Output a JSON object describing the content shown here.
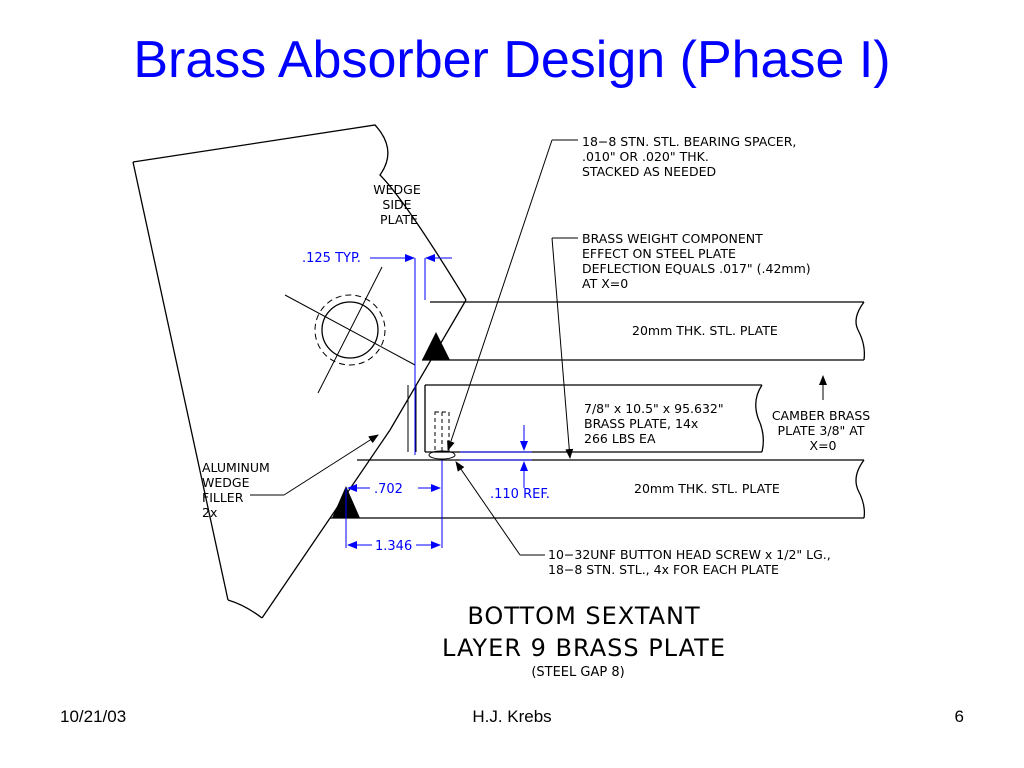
{
  "title": "Brass Absorber Design (Phase I)",
  "callouts": {
    "wedge_side_plate": [
      "WEDGE",
      "SIDE",
      "PLATE"
    ],
    "bearing_spacer": [
      "18−8 STN. STL. BEARING SPACER,",
      ".010\" OR .020\" THK.",
      "STACKED AS NEEDED"
    ],
    "brass_weight": [
      "BRASS WEIGHT COMPONENT",
      "EFFECT ON STEEL PLATE",
      "DEFLECTION EQUALS .017\" (.42mm)",
      "AT X=0"
    ],
    "steel_plate_top": "20mm THK. STL. PLATE",
    "steel_plate_bottom": "20mm THK. STL. PLATE",
    "brass_plate": [
      "7/8\" x 10.5\" x 95.632\"",
      "BRASS PLATE, 14x",
      "266 LBS EA"
    ],
    "camber": [
      "CAMBER BRASS",
      "PLATE 3/8\" AT",
      "X=0"
    ],
    "aluminum_wedge": [
      "ALUMINUM",
      "WEDGE",
      "FILLER",
      "2x"
    ],
    "screw": [
      "10−32UNF BUTTON HEAD SCREW x 1/2\" LG.,",
      "18−8 STN. STL., 4x FOR EACH PLATE"
    ]
  },
  "dimensions": {
    "typ": ".125 TYP.",
    "d702": ".702",
    "ref": ".110 REF.",
    "d1346": "1.346"
  },
  "caption": {
    "line1": "BOTTOM SEXTANT",
    "line2": "LAYER 9 BRASS PLATE",
    "line3": "(STEEL GAP 8)"
  },
  "footer": {
    "date": "10/21/03",
    "author": "H.J. Krebs",
    "page": "6"
  },
  "colors": {
    "title": "#0000ff",
    "dimension": "#0000ff",
    "drawing": "#000000"
  }
}
